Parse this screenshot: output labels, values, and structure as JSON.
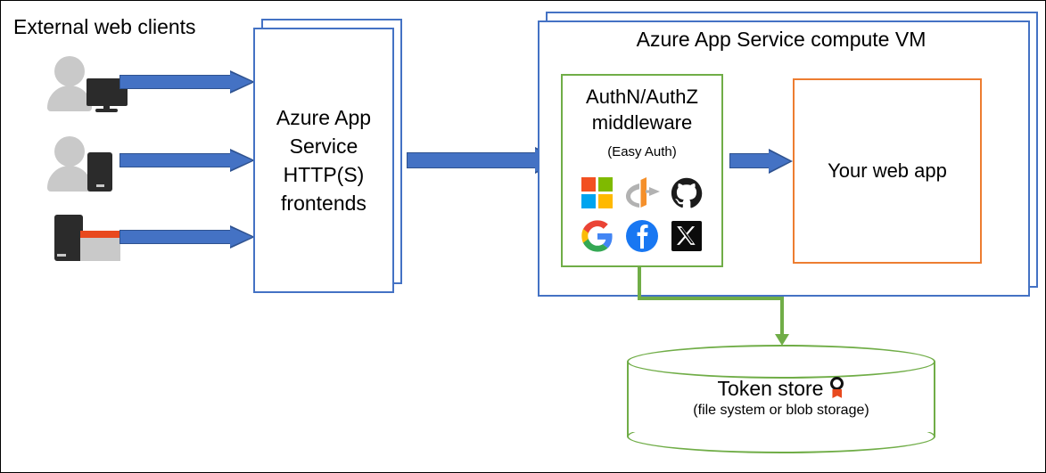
{
  "diagram": {
    "title_external": "External web clients",
    "title_vm": "Azure App Service compute VM",
    "frontends_label": "Azure App\nService\nHTTP(S)\nfrontends",
    "middleware": {
      "title": "AuthN/AuthZ\nmiddleware",
      "subtitle": "(Easy Auth)",
      "providers": [
        {
          "name": "microsoft-icon",
          "label": "Microsoft"
        },
        {
          "name": "openid-connect-icon",
          "label": "OpenID Connect"
        },
        {
          "name": "github-icon",
          "label": "GitHub"
        },
        {
          "name": "google-icon",
          "label": "Google"
        },
        {
          "name": "facebook-icon",
          "label": "Facebook"
        },
        {
          "name": "x-twitter-icon",
          "label": "X"
        }
      ]
    },
    "webapp_label": "Your web app",
    "token_store": {
      "title": "Token store",
      "subtitle": "(file system or blob storage)",
      "badge_icon": "seal-medal-icon"
    },
    "clients": [
      {
        "name": "user-desktop-icon",
        "label": "User with desktop computer"
      },
      {
        "name": "user-mobile-icon",
        "label": "User with mobile phone"
      },
      {
        "name": "tablet-browser-icon",
        "label": "Tablet and browser window"
      }
    ],
    "arrows": [
      {
        "name": "arrow-client1-to-frontend"
      },
      {
        "name": "arrow-client2-to-frontend"
      },
      {
        "name": "arrow-client3-to-frontend"
      },
      {
        "name": "arrow-frontend-to-middleware"
      },
      {
        "name": "arrow-middleware-to-webapp"
      },
      {
        "name": "arrow-middleware-to-token-store"
      }
    ],
    "colors": {
      "blue": "#4472C4",
      "blue_dark": "#2F528F",
      "green": "#70AD47",
      "orange": "#ED7D31",
      "grey": "#C9C9C9",
      "dark": "#2B2B2B",
      "red_orange": "#E8491E"
    }
  }
}
